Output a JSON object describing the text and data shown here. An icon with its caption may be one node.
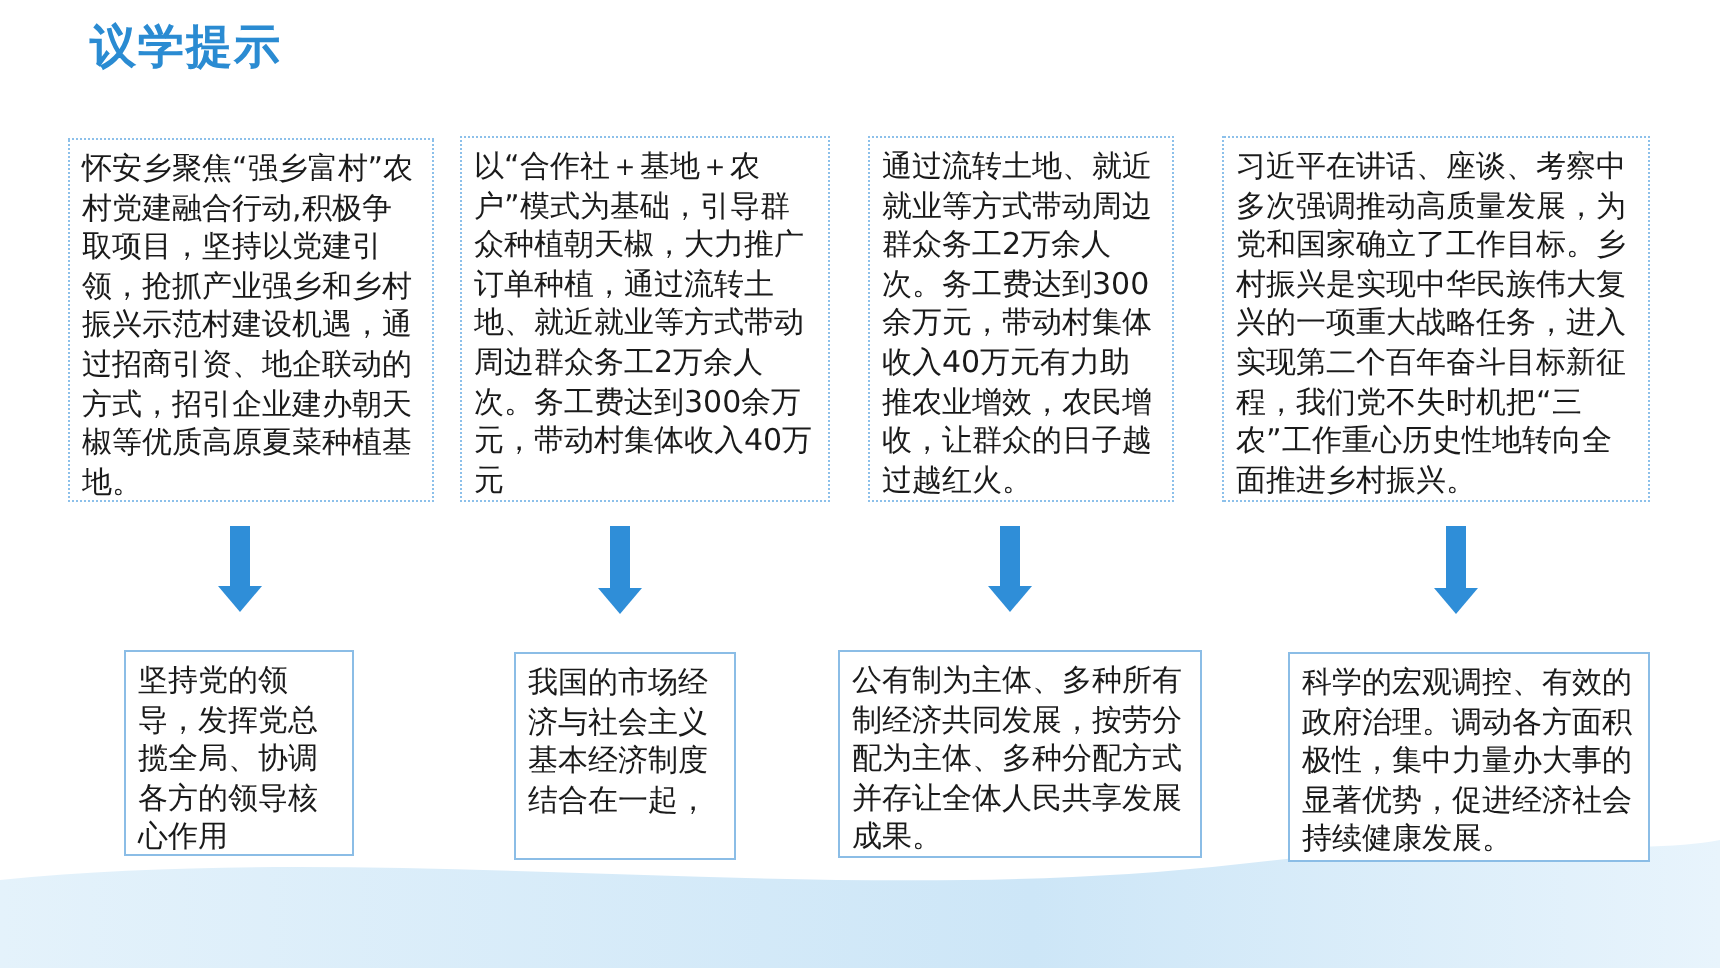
{
  "diagram": {
    "title": "议学提示",
    "nodes": [
      {
        "text": [
          "怀安乡聚焦“强乡富村”农村党建融合行动,积极争取项目，坚持以党建引领，抢抓产业强乡和乡村振兴示范村建设机遇，通过招商引资、地企联动的方式，招引企业建办朝天椒等优质高原夏菜种植基地。"
        ]
      },
      {
        "text": [
          "以“合作社＋基地＋农户”模式为基础，引导群众种植朝天椒，大力推广订单种植，通过流转土地、就近就业等方式带动周边群众务工2万余人次。务工费达到300余万元，带动村集体收入40万元"
        ]
      },
      {
        "text": [
          "通过流转土地、就近就业等方式带动周边群众务工2万余人次。务工费达到300余万元，带动村集体收入40万元有力助推农业增效，农民增收，让群众的日子越过越红火。"
        ]
      },
      {
        "text": [
          "习近平在讲话、座谈、考察中多次强调推动高质量发展，为党和国家确立了工作目标。乡村振兴是实现中华民族伟大复兴的一项重大战略任务，进入实现第二个百年奋斗目标新征程，我们党不失时机把“三农”工作重心历史性地转向全面推进乡村振兴。"
        ]
      },
      {
        "text": [
          "坚持党的领导，发挥党总揽全局、协调各方的领导核心作用"
        ]
      },
      {
        "text": [
          "我国的市场经济与社会主义基本经济制度结合在一起，"
        ]
      },
      {
        "text": [
          "公有制为主体、多种所有制经济共同发展，按劳分配为主体、多种分配方式并存让全体人民共享发展成果。"
        ]
      },
      {
        "text": [
          "科学的宏观调控、有效的政府治理。调动各方面积极性，集中力量办大事的显著优势，促进经济社会持续健康发展。"
        ]
      }
    ],
    "edges": [
      {
        "from": 0,
        "to": 4,
        "arrow": "to"
      },
      {
        "from": 1,
        "to": 5,
        "arrow": "to"
      },
      {
        "from": 2,
        "to": 6,
        "arrow": "to"
      },
      {
        "from": 3,
        "to": 7,
        "arrow": "to"
      }
    ]
  }
}
